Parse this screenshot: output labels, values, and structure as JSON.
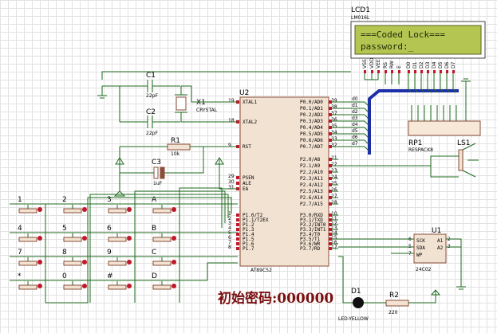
{
  "lcd": {
    "ref": "LCD1",
    "model": "LM016L",
    "line1": "===Coded Lock===",
    "line2": "password:_",
    "pins": [
      "VSS",
      "VDD",
      "VEE",
      "RS",
      "RW",
      "E",
      "D0",
      "D1",
      "D2",
      "D3",
      "D4",
      "D5",
      "D6",
      "D7"
    ]
  },
  "mcu": {
    "ref": "U2",
    "model": "AT89C52",
    "left_pins": [
      {
        "name": "XTAL1",
        "num": "19"
      },
      {
        "name": "XTAL2",
        "num": "18"
      },
      {
        "name": "RST",
        "num": "9"
      },
      {
        "name": "PSEN",
        "num": "29"
      },
      {
        "name": "ALE",
        "num": "30"
      },
      {
        "name": "EA",
        "num": "31"
      },
      {
        "name": "P1.0/T2",
        "num": "1"
      },
      {
        "name": "P1.1/T2EX",
        "num": "2"
      },
      {
        "name": "P1.2",
        "num": "3"
      },
      {
        "name": "P1.3",
        "num": "4"
      },
      {
        "name": "P1.4",
        "num": "5"
      },
      {
        "name": "P1.5",
        "num": "6"
      },
      {
        "name": "P1.6",
        "num": "7"
      },
      {
        "name": "P1.7",
        "num": "8"
      }
    ],
    "right_pins": [
      {
        "name": "P0.0/AD0",
        "num": "39"
      },
      {
        "name": "P0.1/AD1",
        "num": "38"
      },
      {
        "name": "P0.2/AD2",
        "num": "37"
      },
      {
        "name": "P0.3/AD3",
        "num": "36"
      },
      {
        "name": "P0.4/AD4",
        "num": "35"
      },
      {
        "name": "P0.5/AD5",
        "num": "34"
      },
      {
        "name": "P0.6/AD6",
        "num": "33"
      },
      {
        "name": "P0.7/AD7",
        "num": "32"
      },
      {
        "name": "P2.0/A8",
        "num": "21"
      },
      {
        "name": "P2.1/A9",
        "num": "22"
      },
      {
        "name": "P2.2/A10",
        "num": "23"
      },
      {
        "name": "P2.3/A11",
        "num": "24"
      },
      {
        "name": "P2.4/A12",
        "num": "25"
      },
      {
        "name": "P2.5/A13",
        "num": "26"
      },
      {
        "name": "P2.6/A14",
        "num": "27"
      },
      {
        "name": "P2.7/A15",
        "num": "28"
      },
      {
        "name": "P3.0/RXD",
        "num": "10"
      },
      {
        "name": "P3.1/TXD",
        "num": "11"
      },
      {
        "name": "P3.2/INT0",
        "num": "12"
      },
      {
        "name": "P3.3/INT1",
        "num": "13"
      },
      {
        "name": "P3.4/T0",
        "num": "14"
      },
      {
        "name": "P3.5/T1",
        "num": "15"
      },
      {
        "name": "P3.6/WR",
        "num": "16"
      },
      {
        "name": "P3.7/RD",
        "num": "17"
      }
    ]
  },
  "crystal": {
    "ref": "X1",
    "label": "CRYSTAL"
  },
  "c1": {
    "ref": "C1",
    "value": "22pF"
  },
  "c2": {
    "ref": "C2",
    "value": "22pF"
  },
  "c3": {
    "ref": "C3",
    "value": "1uF"
  },
  "r1": {
    "ref": "R1",
    "value": "10k"
  },
  "r2": {
    "ref": "R2",
    "value": "220"
  },
  "rp1": {
    "ref": "RP1",
    "model": "RESPACK8"
  },
  "ls1": {
    "ref": "LS1"
  },
  "d1": {
    "ref": "D1",
    "model": "LED-YELLOW"
  },
  "eeprom": {
    "ref": "U1",
    "model": "24C02",
    "pins_left": [
      "SCK",
      "SDA",
      "WP"
    ],
    "pins_right": [
      "A1",
      "A2"
    ],
    "nums_left": [
      "6",
      "5",
      "7"
    ],
    "nums_right": [
      "2",
      "3"
    ]
  },
  "bus_labels": [
    "d0",
    "d1",
    "d2",
    "d3",
    "d4",
    "d5",
    "d6",
    "d7"
  ],
  "keypad": [
    {
      "label": "1"
    },
    {
      "label": "2"
    },
    {
      "label": "3"
    },
    {
      "label": "A"
    },
    {
      "label": "4"
    },
    {
      "label": "5"
    },
    {
      "label": "6"
    },
    {
      "label": "B"
    },
    {
      "label": "7"
    },
    {
      "label": "8"
    },
    {
      "label": "9"
    },
    {
      "label": "C"
    },
    {
      "label": "*"
    },
    {
      "label": "0"
    },
    {
      "label": "#"
    },
    {
      "label": "D"
    }
  ],
  "caption": "初始密码:000000",
  "colors": {
    "wire": "#1f6b1f",
    "bus": "#1c2fa8",
    "part_fill": "#f2e2d2",
    "lcd_bg": "#b5c552"
  }
}
